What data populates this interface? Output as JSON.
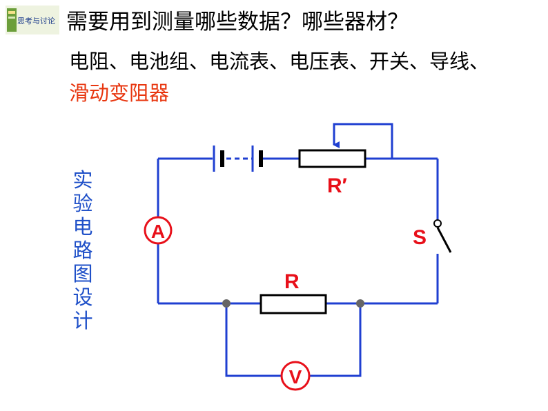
{
  "logo": {
    "text": "思考与讨论"
  },
  "question": {
    "text": "需要用到测量哪些数据？哪些器材？"
  },
  "answer": {
    "items_black": "电阻、电池组、电流表、电压表、开关、导线、",
    "items_red": "滑动变阻器"
  },
  "vertical_title": [
    "实",
    "验",
    "电",
    "路",
    "图",
    "设",
    "计"
  ],
  "circuit": {
    "rheostat_label": "R′",
    "resistor_label": "R",
    "switch_label": "S",
    "ammeter_label": "A",
    "voltmeter_label": "V"
  },
  "colors": {
    "wire": "#1f3fd1",
    "label_red": "#e8101a",
    "vertical_title": "#1f50c8",
    "answer_red": "#e8360f"
  }
}
